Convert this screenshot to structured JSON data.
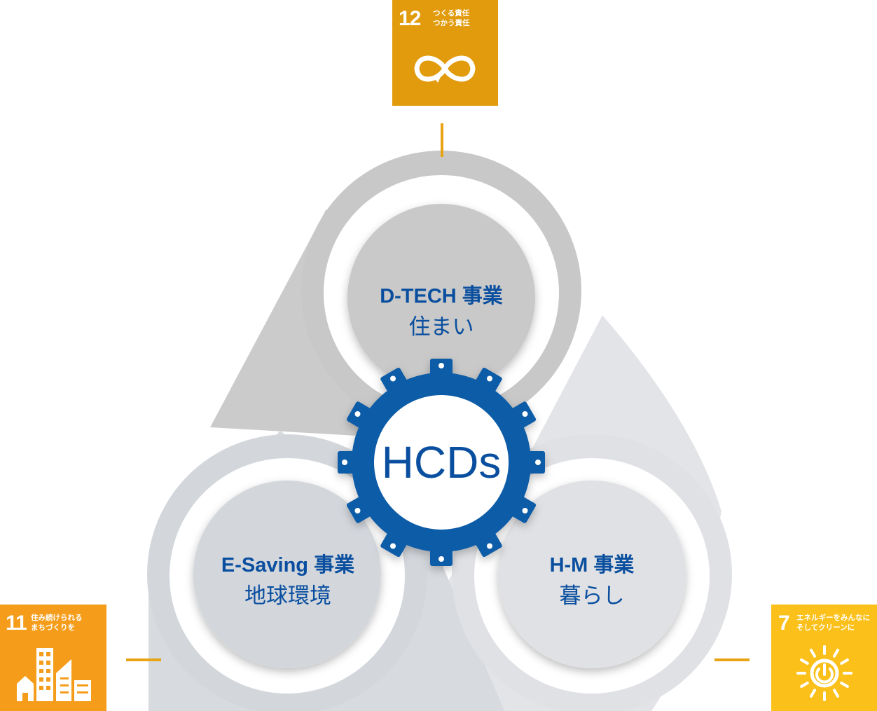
{
  "center": {
    "label": "HCDs"
  },
  "units": [
    {
      "business": "D-TECH 事業",
      "theme": "住まい"
    },
    {
      "business": "E-Saving 事業",
      "theme": "地球環境"
    },
    {
      "business": "H-M 事業",
      "theme": "暮らし"
    }
  ],
  "sdgs": [
    {
      "number": "12",
      "title_line1": "つくる責任",
      "title_line2": "つかう責任",
      "color": "#e19b0c",
      "icon": "infinity-arrow-icon"
    },
    {
      "number": "11",
      "title_line1": "住み続けられる",
      "title_line2": "まちづくりを",
      "color": "#f59d1b",
      "icon": "city-buildings-icon"
    },
    {
      "number": "7",
      "title_line1": "エネルギーをみんなに",
      "title_line2": "そしてクリーンに",
      "color": "#fbc019",
      "icon": "sun-power-icon"
    }
  ],
  "colors": {
    "text_blue": "#0a4f9f",
    "gear_blue": "#0b5ba7",
    "circle_grey": "#cbcbcb",
    "connector_line": "#e8a317"
  }
}
